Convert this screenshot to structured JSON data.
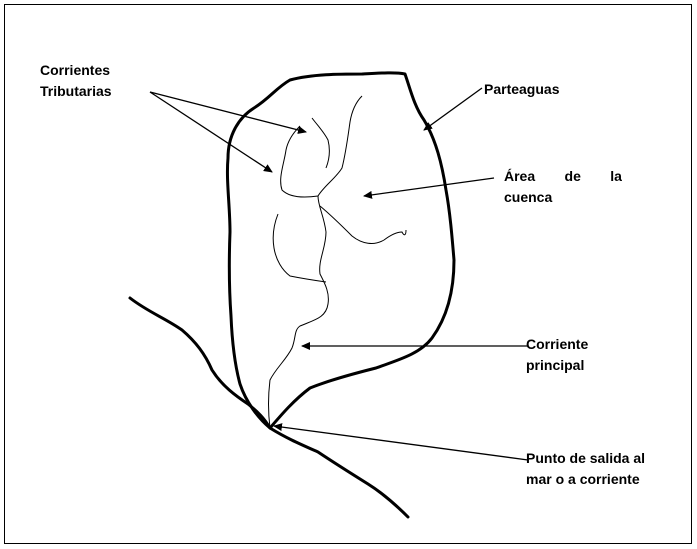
{
  "labels": {
    "tributarias": {
      "line1": "Corrientes",
      "line2": "Tributarias"
    },
    "parteaguas": "Parteaguas",
    "area": {
      "word1": "Área",
      "word2": "de",
      "word3": "la",
      "line2": "cuenca"
    },
    "principal": {
      "line1": "Corriente",
      "line2": "principal"
    },
    "salida": {
      "line1": "Punto de salida al",
      "line2": "mar o a corriente"
    }
  }
}
